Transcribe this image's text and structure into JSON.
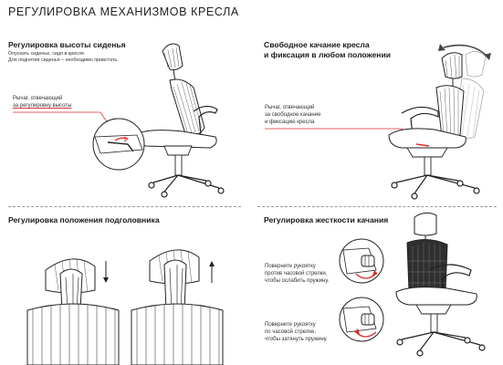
{
  "page": {
    "title": "РЕГУЛИРОВКА МЕХАНИЗМОВ КРЕСЛА"
  },
  "sections": {
    "seat_height": {
      "title": "Регулировка высоты сиденья",
      "subtitle_lines": [
        "Опускать сиденье, сидя в кресле.",
        "Для поднятия сиденья – необходимо привстать."
      ],
      "note_lines": [
        "Рычаг, отвечающий",
        "за регулировку высоты"
      ]
    },
    "swing": {
      "title_lines": [
        "Свободное качание кресла",
        "и фиксация в любом положении"
      ],
      "note_lines": [
        "Рычаг, отвечающий",
        "за свободное качание",
        "и фиксацию кресла"
      ]
    },
    "headrest": {
      "title": "Регулировка положения подголовника"
    },
    "tension": {
      "title": "Регулировка жесткости качания",
      "note1_lines": [
        "Поверните рукоятку",
        "против часовой стрелки,",
        "чтобы ослабить пружину."
      ],
      "note2_lines": [
        "Поверните рукоятку",
        "по часовой стрелке,",
        "чтобы затянуть пружину."
      ]
    }
  },
  "colors": {
    "accent": "#d9302c",
    "line": "#222222",
    "divider": "#9a9a9a",
    "mesh": "#3a3a3a"
  },
  "icons": {
    "down_arrow": "arrow-down-icon",
    "up_arrow": "arrow-up-icon",
    "swing_arrow": "curved-arrow-icon"
  }
}
